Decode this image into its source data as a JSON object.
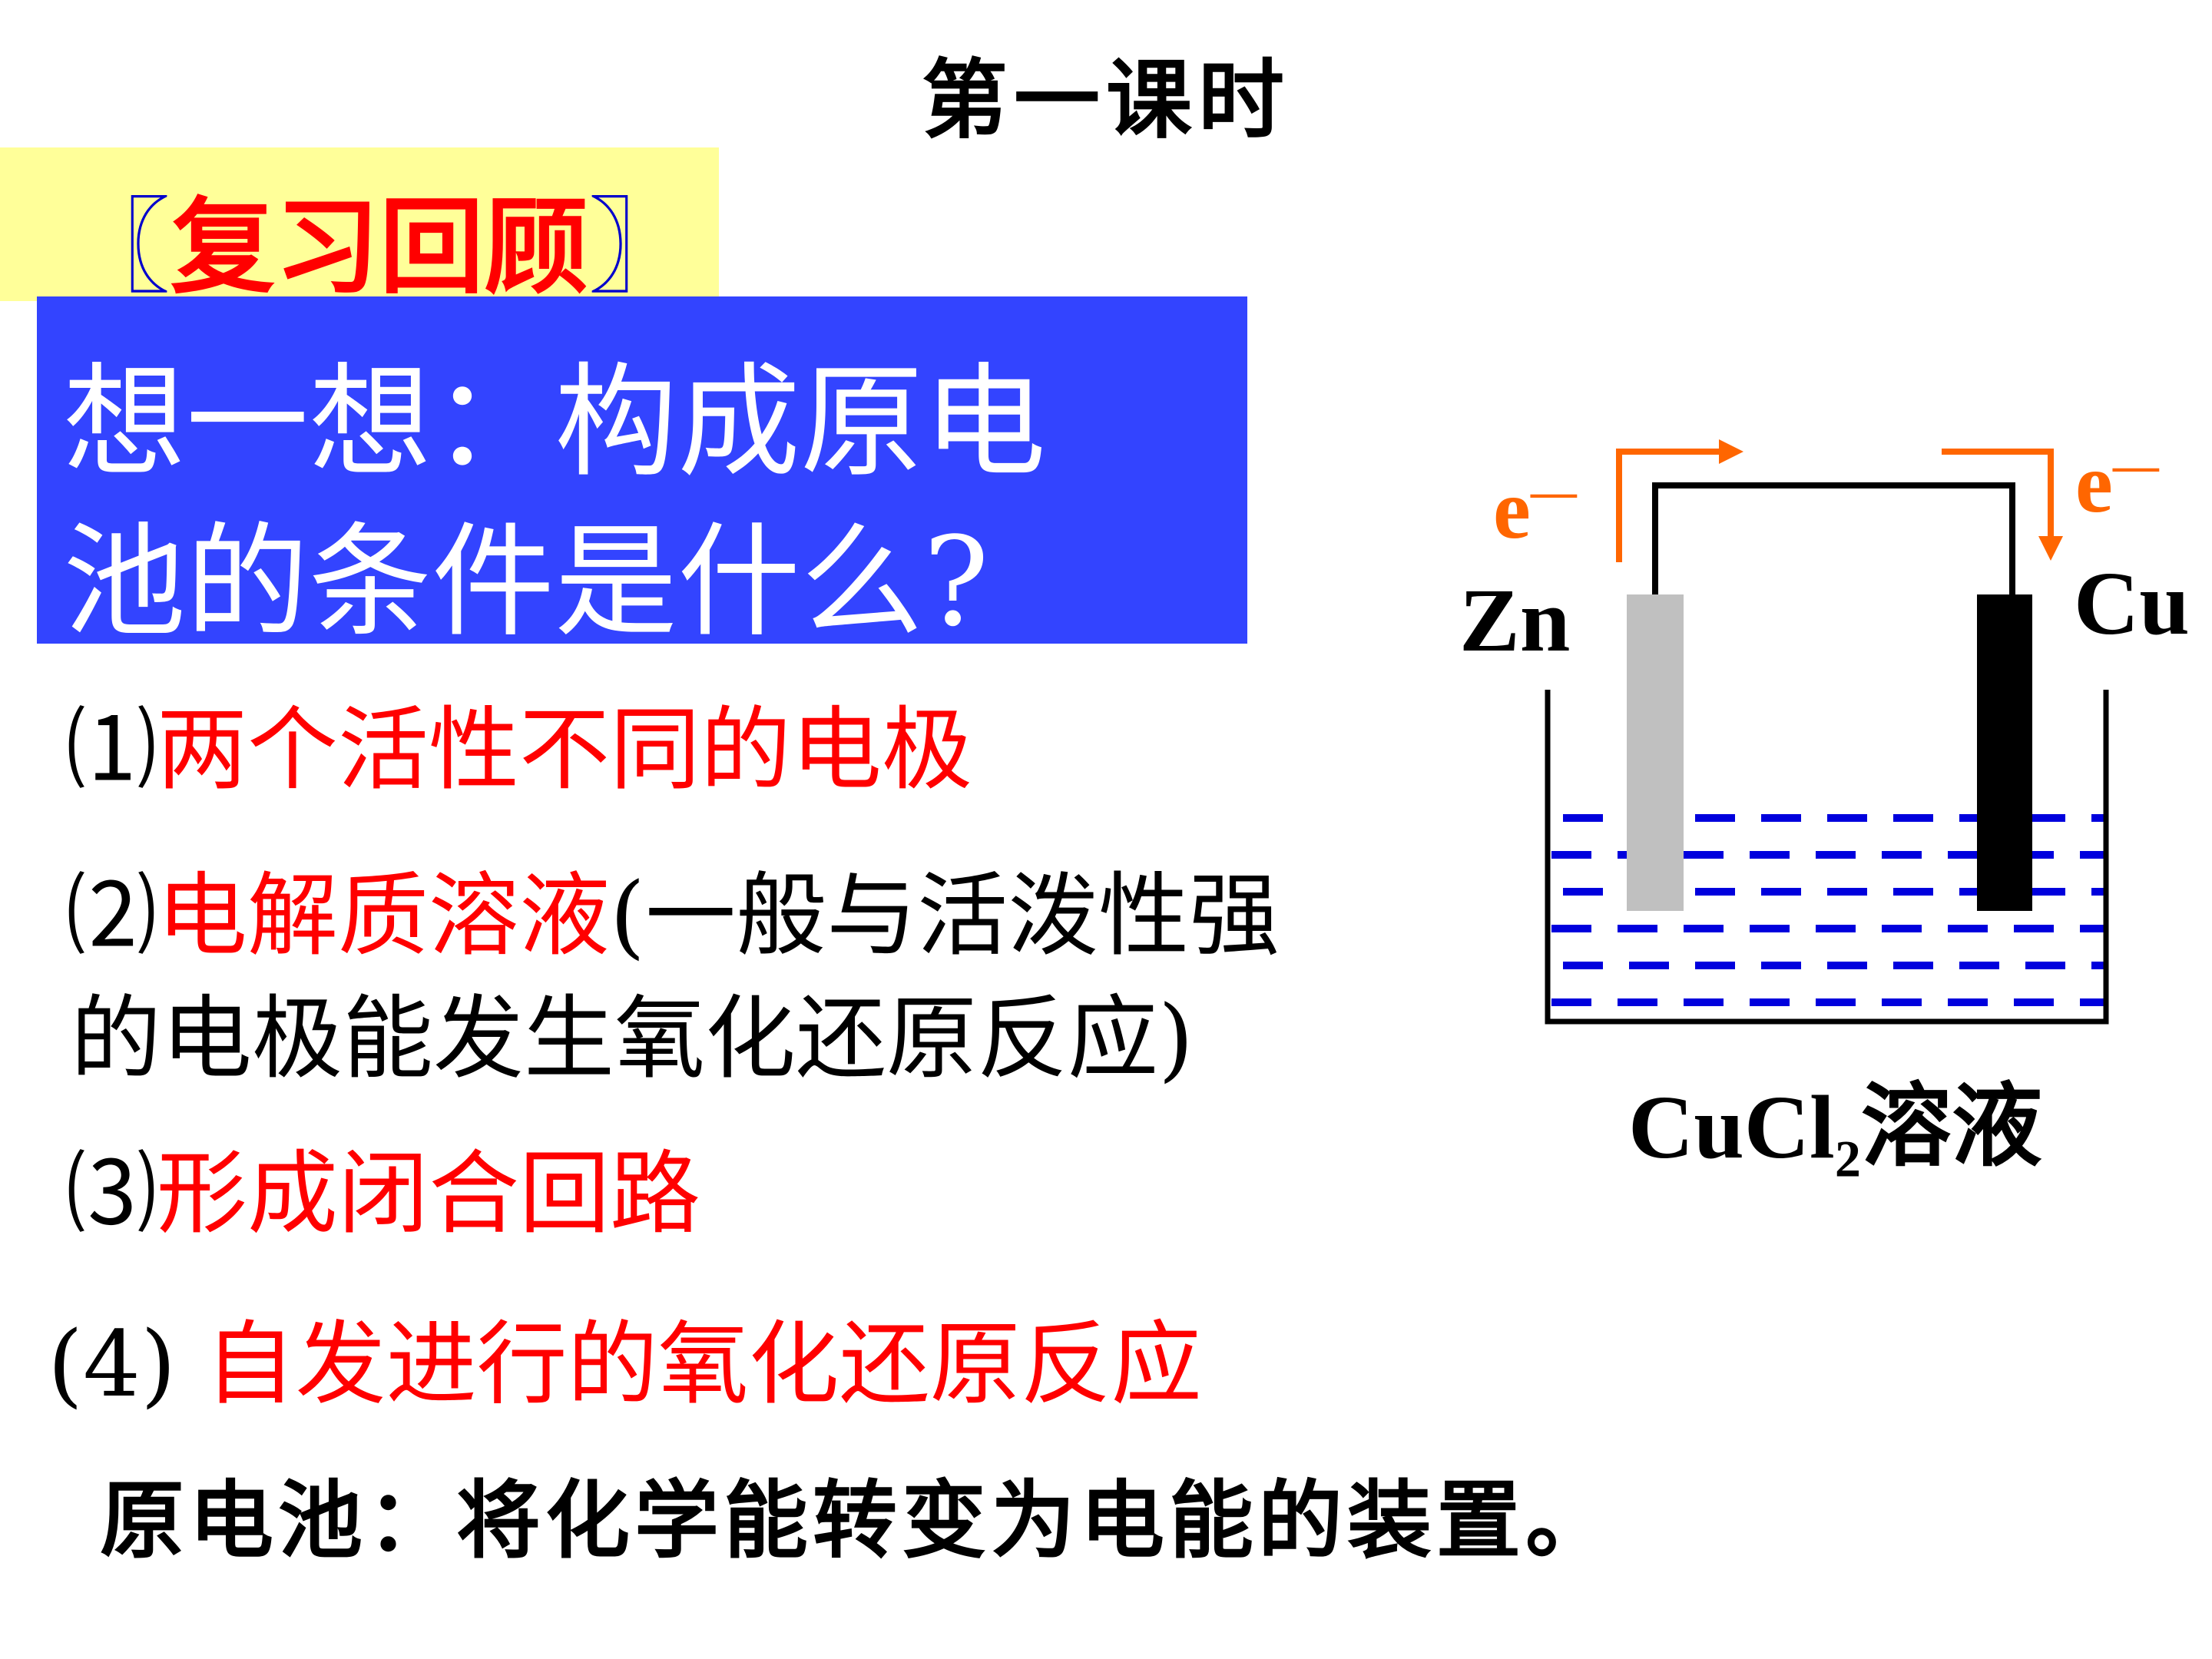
{
  "title": "第一课时",
  "review": {
    "open_bracket": "〖",
    "label": "复习回顾",
    "close_bracket": "〗"
  },
  "question": {
    "line1": "想一想：构成原电",
    "line2": "池的条件是什么?"
  },
  "conditions": [
    {
      "num": "⑴",
      "red": "两个活性不同的电极",
      "black": ""
    },
    {
      "num": "⑵",
      "red": "电解质溶液",
      "black": "(一般与活泼性强",
      "black2": "的电极能发生氧化还原反应)"
    },
    {
      "num": "⑶",
      "red": "形成闭合回路",
      "black": ""
    },
    {
      "num": "(4) ",
      "red": "自发进行的氧化还原反应",
      "black": ""
    }
  ],
  "definition": "原电池：将化学能转变为电能的装置。",
  "diagram": {
    "left_electrode": "Zn",
    "right_electrode": "Cu",
    "electron_left": "e",
    "electron_right": "e",
    "electron_sup": "—",
    "solution_formula": "CuCl",
    "solution_sub": "2",
    "solution_suffix": "溶液",
    "colors": {
      "zinc": "#c0c0c0",
      "copper": "#000000",
      "arrow": "#ff6600",
      "liquid_dash": "#0000dd"
    }
  }
}
